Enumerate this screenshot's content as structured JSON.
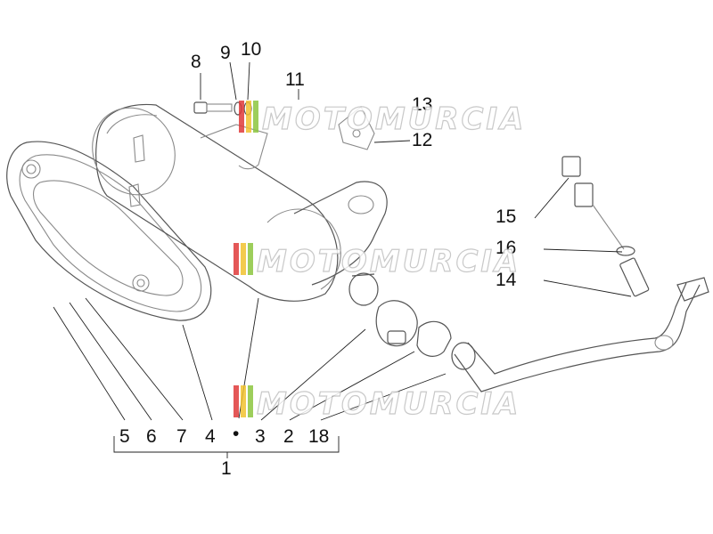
{
  "diagram": {
    "callouts": [
      {
        "id": "c8",
        "label": "8"
      },
      {
        "id": "c9",
        "label": "9"
      },
      {
        "id": "c10",
        "label": "10"
      },
      {
        "id": "c11",
        "label": "11"
      },
      {
        "id": "c13",
        "label": "13"
      },
      {
        "id": "c12",
        "label": "12"
      },
      {
        "id": "c15",
        "label": "15"
      },
      {
        "id": "c16",
        "label": "16"
      },
      {
        "id": "c14",
        "label": "14"
      },
      {
        "id": "c5",
        "label": "5"
      },
      {
        "id": "c6",
        "label": "6"
      },
      {
        "id": "c7",
        "label": "7"
      },
      {
        "id": "c4",
        "label": "4"
      },
      {
        "id": "c3",
        "label": "3"
      },
      {
        "id": "c2",
        "label": "2"
      },
      {
        "id": "c18",
        "label": "18"
      },
      {
        "id": "c1",
        "label": "1"
      }
    ],
    "dot": "•"
  },
  "watermark": {
    "text": "MOTOMURCIA",
    "colors": [
      "#e03a3a",
      "#f2c230",
      "#8cc63f"
    ],
    "text_color": "#c8c8c8"
  }
}
